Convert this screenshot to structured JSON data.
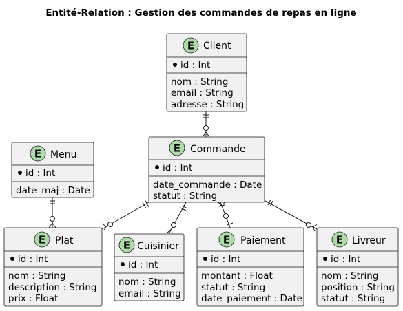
{
  "title": "Entité-Relation : Gestion des commandes de repas en ligne",
  "entity_badge_letter": "E",
  "entities": {
    "client": {
      "name": "Client",
      "key": "id : Int",
      "attrs": [
        "nom : String",
        "email : String",
        "adresse : String"
      ]
    },
    "commande": {
      "name": "Commande",
      "key": "id : Int",
      "attrs": [
        "date_commande : Date",
        "statut : String"
      ]
    },
    "menu": {
      "name": "Menu",
      "key": "id : Int",
      "attrs": [
        "date_maj : Date"
      ]
    },
    "plat": {
      "name": "Plat",
      "key": "id : Int",
      "attrs": [
        "nom : String",
        "description : String",
        "prix : Float"
      ]
    },
    "cuisinier": {
      "name": "Cuisinier",
      "key": "id : Int",
      "attrs": [
        "nom : String",
        "email : String"
      ]
    },
    "paiement": {
      "name": "Paiement",
      "key": "id : Int",
      "attrs": [
        "montant : Float",
        "statut : String",
        "date_paiement : Date"
      ]
    },
    "livreur": {
      "name": "Livreur",
      "key": "id : Int",
      "attrs": [
        "nom : String",
        "position : String",
        "statut : String"
      ]
    }
  },
  "colors": {
    "entity_fill": "#f1f1f1",
    "badge_fill": "#addba8",
    "stroke": "#181818"
  },
  "relationships": [
    {
      "from": "client",
      "to": "commande",
      "from_card": "exactly-one",
      "to_card": "zero-or-many"
    },
    {
      "from": "menu",
      "to": "plat",
      "from_card": "exactly-one",
      "to_card": "zero-or-many"
    },
    {
      "from": "commande",
      "to": "plat",
      "from_card": "exactly-one",
      "to_card": "zero-or-many"
    },
    {
      "from": "commande",
      "to": "cuisinier",
      "from_card": "exactly-one",
      "to_card": "zero-or-many"
    },
    {
      "from": "commande",
      "to": "paiement",
      "from_card": "one-or-many",
      "to_card": "zero-or-one"
    },
    {
      "from": "commande",
      "to": "livreur",
      "from_card": "exactly-one",
      "to_card": "zero-or-many"
    }
  ]
}
